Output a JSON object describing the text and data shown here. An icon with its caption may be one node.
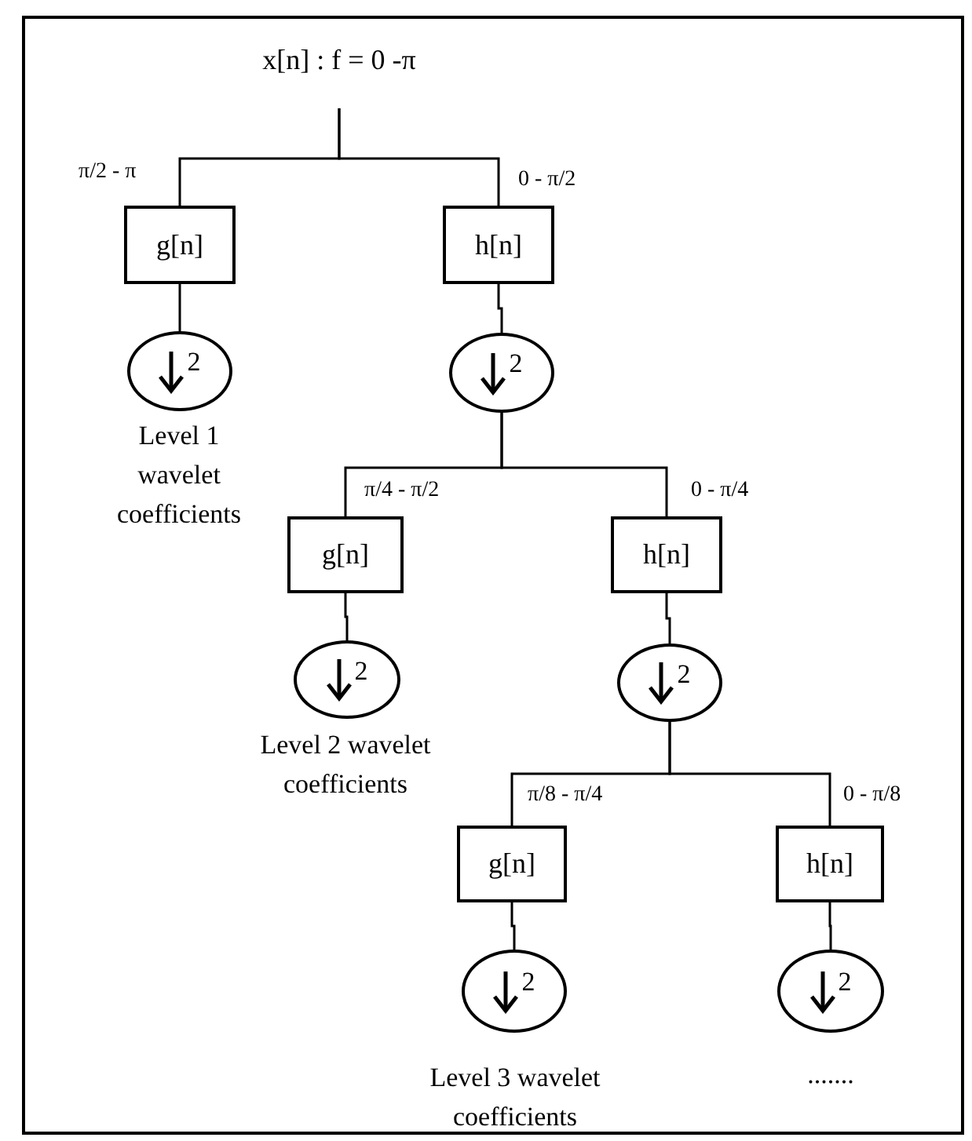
{
  "diagram": {
    "nodes": [
      {
        "text": [
          "x[n] : f = 0 -π"
        ]
      },
      {
        "text": [
          "g[n]"
        ]
      },
      {
        "text": [
          "h[n]"
        ]
      },
      {
        "text": [
          "2"
        ],
        "beside": [
          "Level 1 wavelet coefficients"
        ]
      },
      {
        "text": [
          "2"
        ]
      },
      {
        "text": [
          "g[n]"
        ]
      },
      {
        "text": [
          "h[n]"
        ]
      },
      {
        "text": [
          "2"
        ],
        "beside": [
          "Level 2 wavelet coefficients"
        ]
      },
      {
        "text": [
          "2"
        ]
      },
      {
        "text": [
          "g[n]"
        ]
      },
      {
        "text": [
          "h[n]"
        ]
      },
      {
        "text": [
          "2"
        ],
        "beside": [
          "Level 3 wavelet coefficients"
        ]
      },
      {
        "text": [
          "2"
        ],
        "beside": [
          "......."
        ]
      }
    ],
    "edges": [
      {
        "from": 0,
        "to": 1,
        "arrow": "none",
        "label": "π/2 - π"
      },
      {
        "from": 0,
        "to": 2,
        "arrow": "none",
        "label": "0 - π/2"
      },
      {
        "from": 1,
        "to": 3,
        "arrow": "none"
      },
      {
        "from": 2,
        "to": 4,
        "arrow": "none"
      },
      {
        "from": 4,
        "to": 5,
        "arrow": "none",
        "label": "π/4 - π/2"
      },
      {
        "from": 4,
        "to": 6,
        "arrow": "none",
        "label": "0 - π/4"
      },
      {
        "from": 5,
        "to": 7,
        "arrow": "none"
      },
      {
        "from": 6,
        "to": 8,
        "arrow": "none"
      },
      {
        "from": 8,
        "to": 9,
        "arrow": "none",
        "label": "π/8 - π/4"
      },
      {
        "from": 8,
        "to": 10,
        "arrow": "none",
        "label": "0 - π/8"
      },
      {
        "from": 9,
        "to": 11,
        "arrow": "none"
      },
      {
        "from": 10,
        "to": 12,
        "arrow": "none"
      }
    ]
  }
}
